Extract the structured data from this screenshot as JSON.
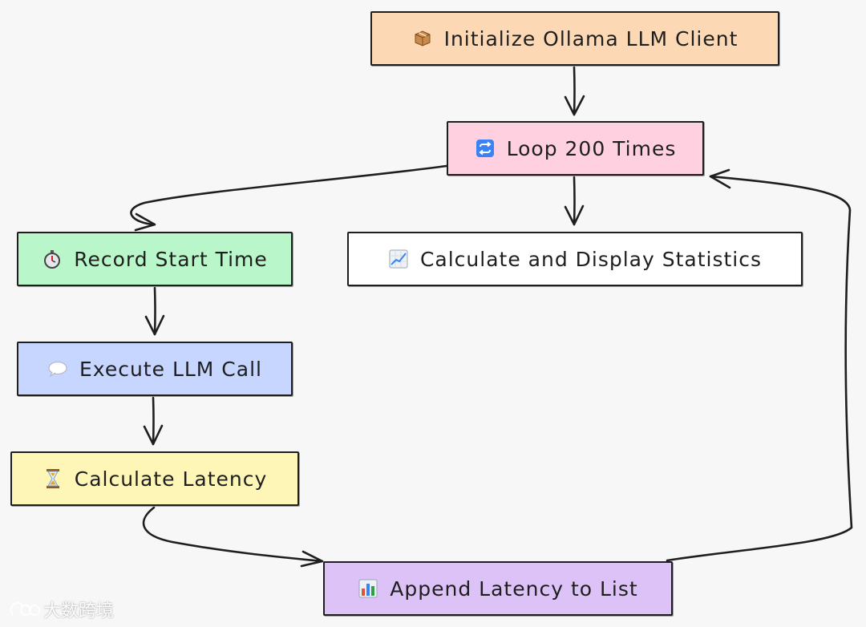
{
  "diagram": {
    "nodes": {
      "init": {
        "label": "Initialize Ollama LLM Client",
        "fill": "#fcd8b4",
        "icon": "package-icon"
      },
      "loop": {
        "label": "Loop 200 Times",
        "fill": "#ffd0df",
        "icon": "repeat-icon"
      },
      "start": {
        "label": "Record Start Time",
        "fill": "#b9f6c9",
        "icon": "stopwatch-icon"
      },
      "stats": {
        "label": "Calculate and Display Statistics",
        "fill": "#ffffff",
        "icon": "chart-increasing-icon"
      },
      "exec": {
        "label": "Execute LLM Call",
        "fill": "#c6d6ff",
        "icon": "speech-bubble-icon"
      },
      "latency": {
        "label": "Calculate Latency",
        "fill": "#fdf6b6",
        "icon": "hourglass-icon"
      },
      "append": {
        "label": "Append Latency to List",
        "fill": "#dcc2f7",
        "icon": "bar-chart-icon"
      }
    },
    "edges": [
      {
        "from": "init",
        "to": "loop"
      },
      {
        "from": "loop",
        "to": "start"
      },
      {
        "from": "loop",
        "to": "stats"
      },
      {
        "from": "start",
        "to": "exec"
      },
      {
        "from": "exec",
        "to": "latency"
      },
      {
        "from": "latency",
        "to": "append"
      },
      {
        "from": "append",
        "to": "loop"
      }
    ],
    "stroke_color": "#1e1e1e"
  },
  "watermark": {
    "text": "大数跨境"
  }
}
